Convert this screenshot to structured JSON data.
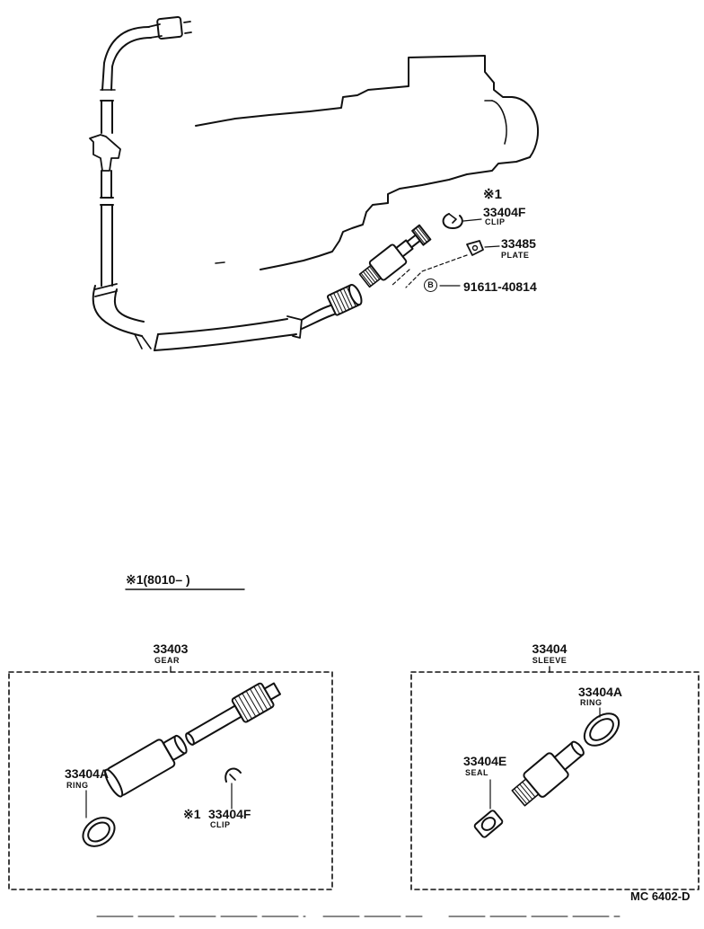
{
  "upper_callouts": {
    "clip_note": "※1",
    "clip_part": "33404F",
    "clip_name": "CLIP",
    "plate_part": "33485",
    "plate_name": "PLATE",
    "bolt_symbol": "B",
    "bolt_part": "91611-40814"
  },
  "remark": {
    "text": "※1(8010–     )"
  },
  "gear_box": {
    "part": "33403",
    "name": "GEAR",
    "ring_part": "33404A",
    "ring_name": "RING",
    "clip_note": "※1",
    "clip_part": "33404F",
    "clip_name": "CLIP"
  },
  "sleeve_box": {
    "part": "33404",
    "name": "SLEEVE",
    "ring_part": "33404A",
    "ring_name": "RING",
    "seal_part": "33404E",
    "seal_name": "SEAL"
  },
  "diagram_code": "MC  6402-D"
}
